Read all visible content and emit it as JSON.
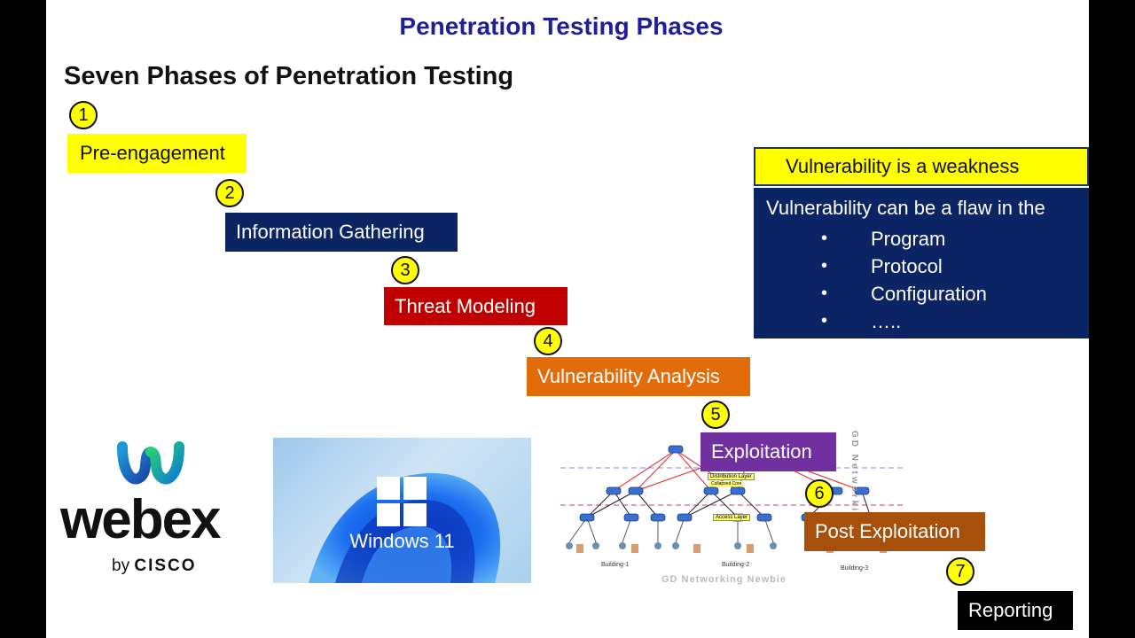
{
  "slide": {
    "title": "Penetration Testing Phases",
    "subtitle": "Seven Phases of Penetration Testing"
  },
  "phases": [
    {
      "number": "1",
      "label": "Pre-engagement",
      "bg": "#ffff00",
      "fg": "#111111"
    },
    {
      "number": "2",
      "label": "Information Gathering",
      "bg": "#0b2463",
      "fg": "#ffffff"
    },
    {
      "number": "3",
      "label": "Threat Modeling",
      "bg": "#c00000",
      "fg": "#ffffff"
    },
    {
      "number": "4",
      "label": "Vulnerability Analysis",
      "bg": "#e36c0a",
      "fg": "#ffffff"
    },
    {
      "number": "5",
      "label": "Exploitation",
      "bg": "#7030a0",
      "fg": "#ffffff"
    },
    {
      "number": "6",
      "label": "Post Exploitation",
      "bg": "#a6500b",
      "fg": "#ffffff"
    },
    {
      "number": "7",
      "label": "Reporting",
      "bg": "#000000",
      "fg": "#ffffff"
    }
  ],
  "vulnerability": {
    "heading": "Vulnerability  is a  weakness",
    "intro": "Vulnerability can be a flaw in the",
    "items": [
      "Program",
      "Protocol",
      "Configuration",
      "….."
    ],
    "bullet": "•"
  },
  "webex": {
    "wordmark": "webex",
    "byline_prefix": "by",
    "byline_brand": "CISCO"
  },
  "windows": {
    "label": "Windows 11"
  },
  "network": {
    "distribution_label": "Distribution Layer",
    "collapsed_label": "Collapsed Core",
    "access_label": "Access Layer",
    "buildings": [
      "Building-1",
      "Building-2",
      "Building-3"
    ],
    "watermark_bottom": "GD Networking Newbie",
    "watermark_side": "GD Networking Ne"
  }
}
